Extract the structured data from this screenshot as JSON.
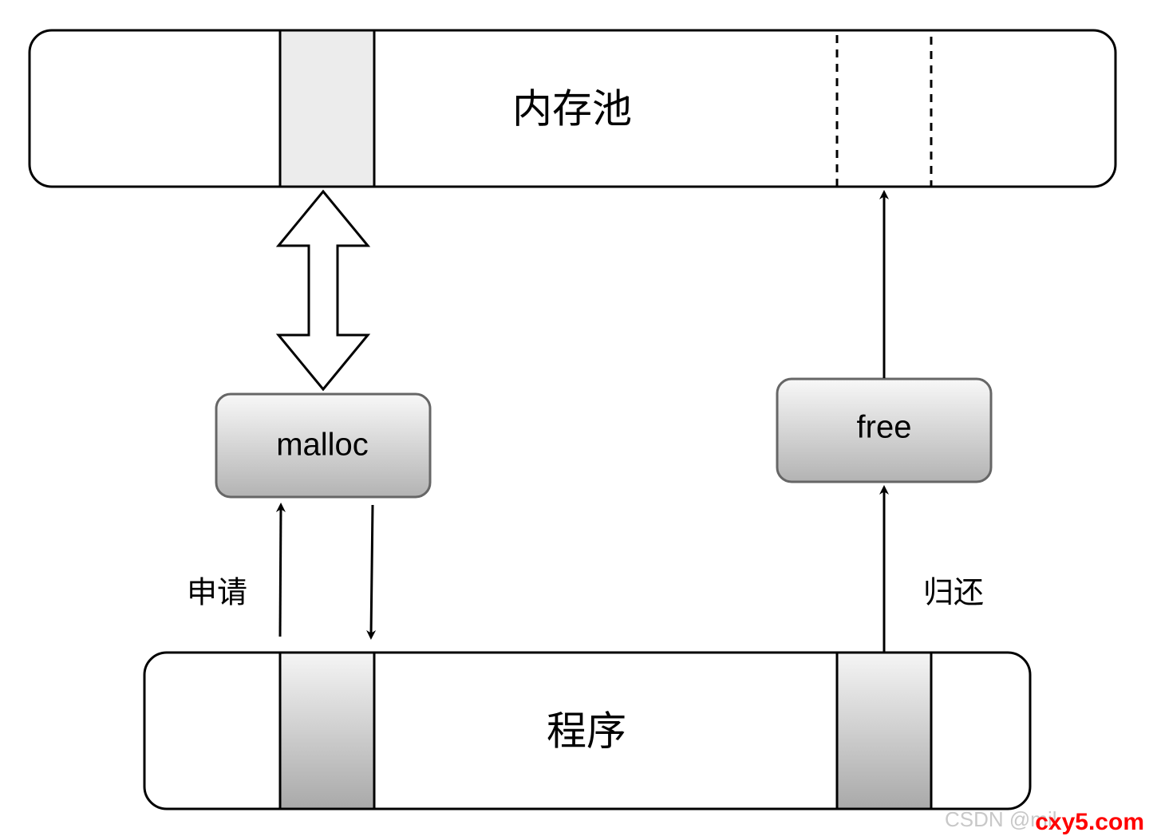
{
  "pool": {
    "label": "内存池"
  },
  "program": {
    "label": "程序"
  },
  "malloc": {
    "label": "malloc"
  },
  "free": {
    "label": "free"
  },
  "edges": {
    "request_label": "申请",
    "return_label": "归还"
  },
  "watermark": {
    "csdn": "CSDN @mil",
    "cxy": "cxy5.com"
  },
  "colors": {
    "stroke": "#000000",
    "block_fill": "#ececec",
    "gradient_top": "#f7f7f7",
    "gradient_bottom": "#b3b3b3",
    "button_stroke": "#666666",
    "watermark_grey": "#c8c8c8",
    "watermark_red": "#ff0000"
  }
}
